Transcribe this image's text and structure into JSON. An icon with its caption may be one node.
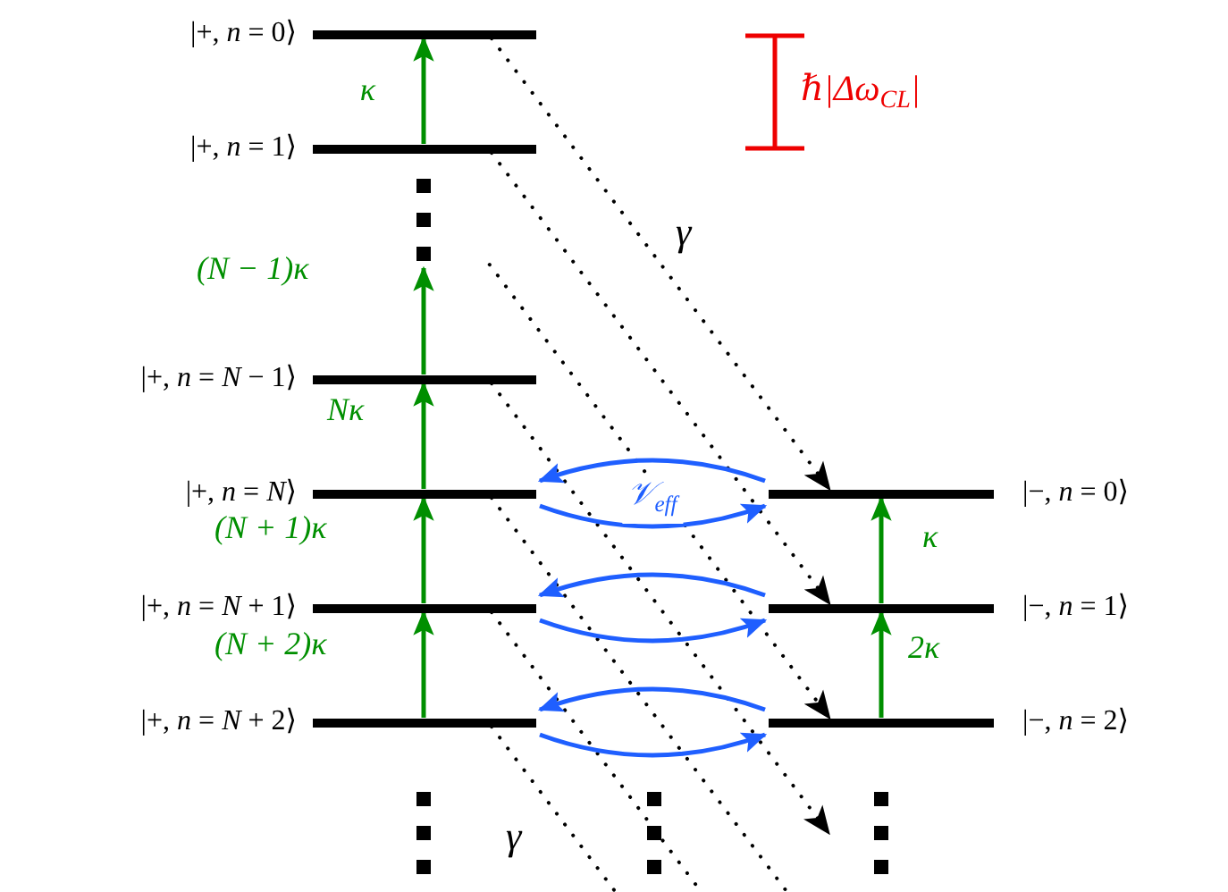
{
  "diagram": {
    "nodes": [
      {
        "text": [
          "|+, *n* = 0⟩"
        ]
      },
      {
        "text": [
          "|+, *n* = 1⟩"
        ]
      },
      {
        "text": [
          "|+, *n* = *N* − 1⟩"
        ]
      },
      {
        "text": [
          "|+, *n* = *N*⟩"
        ]
      },
      {
        "text": [
          "|+, *n* = *N* + 1⟩"
        ]
      },
      {
        "text": [
          "|+, *n* = *N* + 2⟩"
        ]
      },
      {
        "text": [
          "|−, *n* = 0⟩"
        ]
      },
      {
        "text": [
          "|−, *n* = 1⟩"
        ]
      },
      {
        "text": [
          "|−, *n* = 2⟩"
        ]
      }
    ],
    "edges": [
      {
        "from": 1,
        "to": 0,
        "arrow": "to",
        "label": "κ",
        "color": "#008f00"
      },
      {
        "from": 2,
        "to": null,
        "arrow": "to",
        "label": "(*N* − 1)*κ*",
        "color": "#008f00"
      },
      {
        "from": 3,
        "to": 2,
        "arrow": "to",
        "label": "*Nκ*",
        "color": "#008f00"
      },
      {
        "from": 4,
        "to": 3,
        "arrow": "to",
        "label": "(*N* + 1)*κ*",
        "color": "#008f00"
      },
      {
        "from": 5,
        "to": 4,
        "arrow": "to",
        "label": "(*N* + 2)*κ*",
        "color": "#008f00"
      },
      {
        "from": 7,
        "to": 6,
        "arrow": "to",
        "label": "κ",
        "color": "#008f00"
      },
      {
        "from": 8,
        "to": 7,
        "arrow": "to",
        "label": "2κ",
        "color": "#008f00"
      },
      {
        "from": 0,
        "to": 6,
        "arrow": "to",
        "style": "dashed",
        "color": "#000000"
      },
      {
        "from": 1,
        "to": 7,
        "arrow": "to",
        "style": "dashed",
        "color": "#000000"
      },
      {
        "from": null,
        "to": 8,
        "arrow": "to",
        "style": "dashed",
        "color": "#000000"
      },
      {
        "from": 2,
        "to": null,
        "arrow": "to",
        "style": "dashed",
        "color": "#000000"
      },
      {
        "from": 3,
        "to": null,
        "arrow": "none",
        "style": "dashed",
        "color": "#000000"
      },
      {
        "from": 4,
        "to": null,
        "arrow": "none",
        "style": "dashed",
        "color": "#000000"
      },
      {
        "from": 5,
        "to": null,
        "arrow": "none",
        "style": "dashed",
        "color": "#000000"
      },
      {
        "from": 6,
        "to": 3,
        "arrow": "to",
        "label": "𝒱$_{eff}$",
        "color": "#1f5fff"
      },
      {
        "from": 3,
        "to": 6,
        "arrow": "to",
        "color": "#1f5fff"
      },
      {
        "from": 7,
        "to": 4,
        "arrow": "to",
        "color": "#1f5fff"
      },
      {
        "from": 4,
        "to": 7,
        "arrow": "to",
        "color": "#1f5fff"
      },
      {
        "from": 8,
        "to": 5,
        "arrow": "to",
        "color": "#1f5fff"
      },
      {
        "from": 5,
        "to": 8,
        "arrow": "to",
        "color": "#1f5fff"
      }
    ],
    "labels": [
      "ℏ|Δω$_{CL}$|",
      "γ",
      "γ"
    ]
  }
}
